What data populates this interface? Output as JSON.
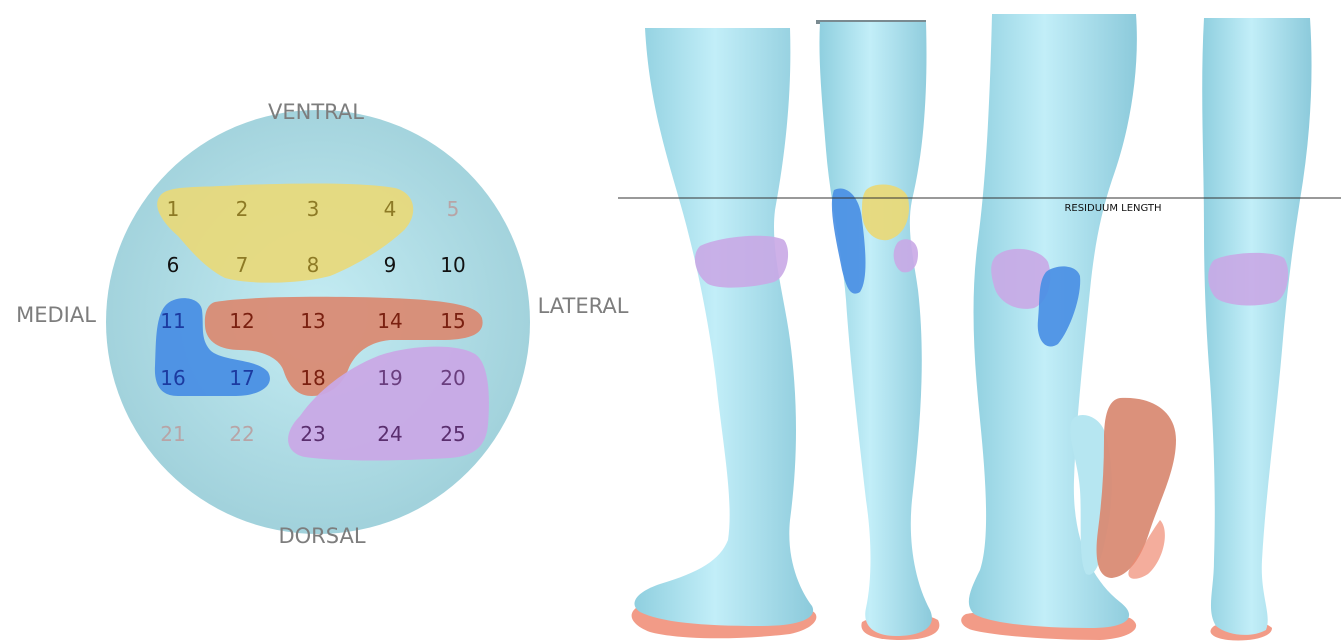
{
  "colors": {
    "circle": "#a6d8e0",
    "skin": "#a9e0ee",
    "yellow": "#e8d97a",
    "red": "#d98b74",
    "blue": "#4a8fe4",
    "purple": "#c9a9e6",
    "foot_shadow": "#f08a72"
  },
  "diagram": {
    "labels": {
      "ventral": "VENTRAL",
      "dorsal": "DORSAL",
      "medial": "MEDIAL",
      "lateral": "LATERAL"
    },
    "grid": [
      {
        "n": "1",
        "color": "#8d7a25"
      },
      {
        "n": "2",
        "color": "#8d7a25"
      },
      {
        "n": "3",
        "color": "#8d7a25"
      },
      {
        "n": "4",
        "color": "#8d7a25"
      },
      {
        "n": "5",
        "color": "#b8a4a6"
      },
      {
        "n": "6",
        "color": "#111111"
      },
      {
        "n": "7",
        "color": "#8d7a25"
      },
      {
        "n": "8",
        "color": "#8d7a25"
      },
      {
        "n": "9",
        "color": "#111111"
      },
      {
        "n": "10",
        "color": "#111111"
      },
      {
        "n": "11",
        "color": "#1c3aa0"
      },
      {
        "n": "12",
        "color": "#7a2010"
      },
      {
        "n": "13",
        "color": "#7a2010"
      },
      {
        "n": "14",
        "color": "#7a2010"
      },
      {
        "n": "15",
        "color": "#7a2010"
      },
      {
        "n": "16",
        "color": "#1c3aa0"
      },
      {
        "n": "17",
        "color": "#1c3aa0"
      },
      {
        "n": "18",
        "color": "#7a2010"
      },
      {
        "n": "19",
        "color": "#6a3e7e"
      },
      {
        "n": "20",
        "color": "#6a3e7e"
      },
      {
        "n": "21",
        "color": "#b8a4a6"
      },
      {
        "n": "22",
        "color": "#b8a4a6"
      },
      {
        "n": "23",
        "color": "#5a2e6e"
      },
      {
        "n": "24",
        "color": "#5a2e6e"
      },
      {
        "n": "25",
        "color": "#5a2e6e"
      }
    ]
  },
  "legs": {
    "residuum_label": "RESIDUUM LENGTH"
  }
}
